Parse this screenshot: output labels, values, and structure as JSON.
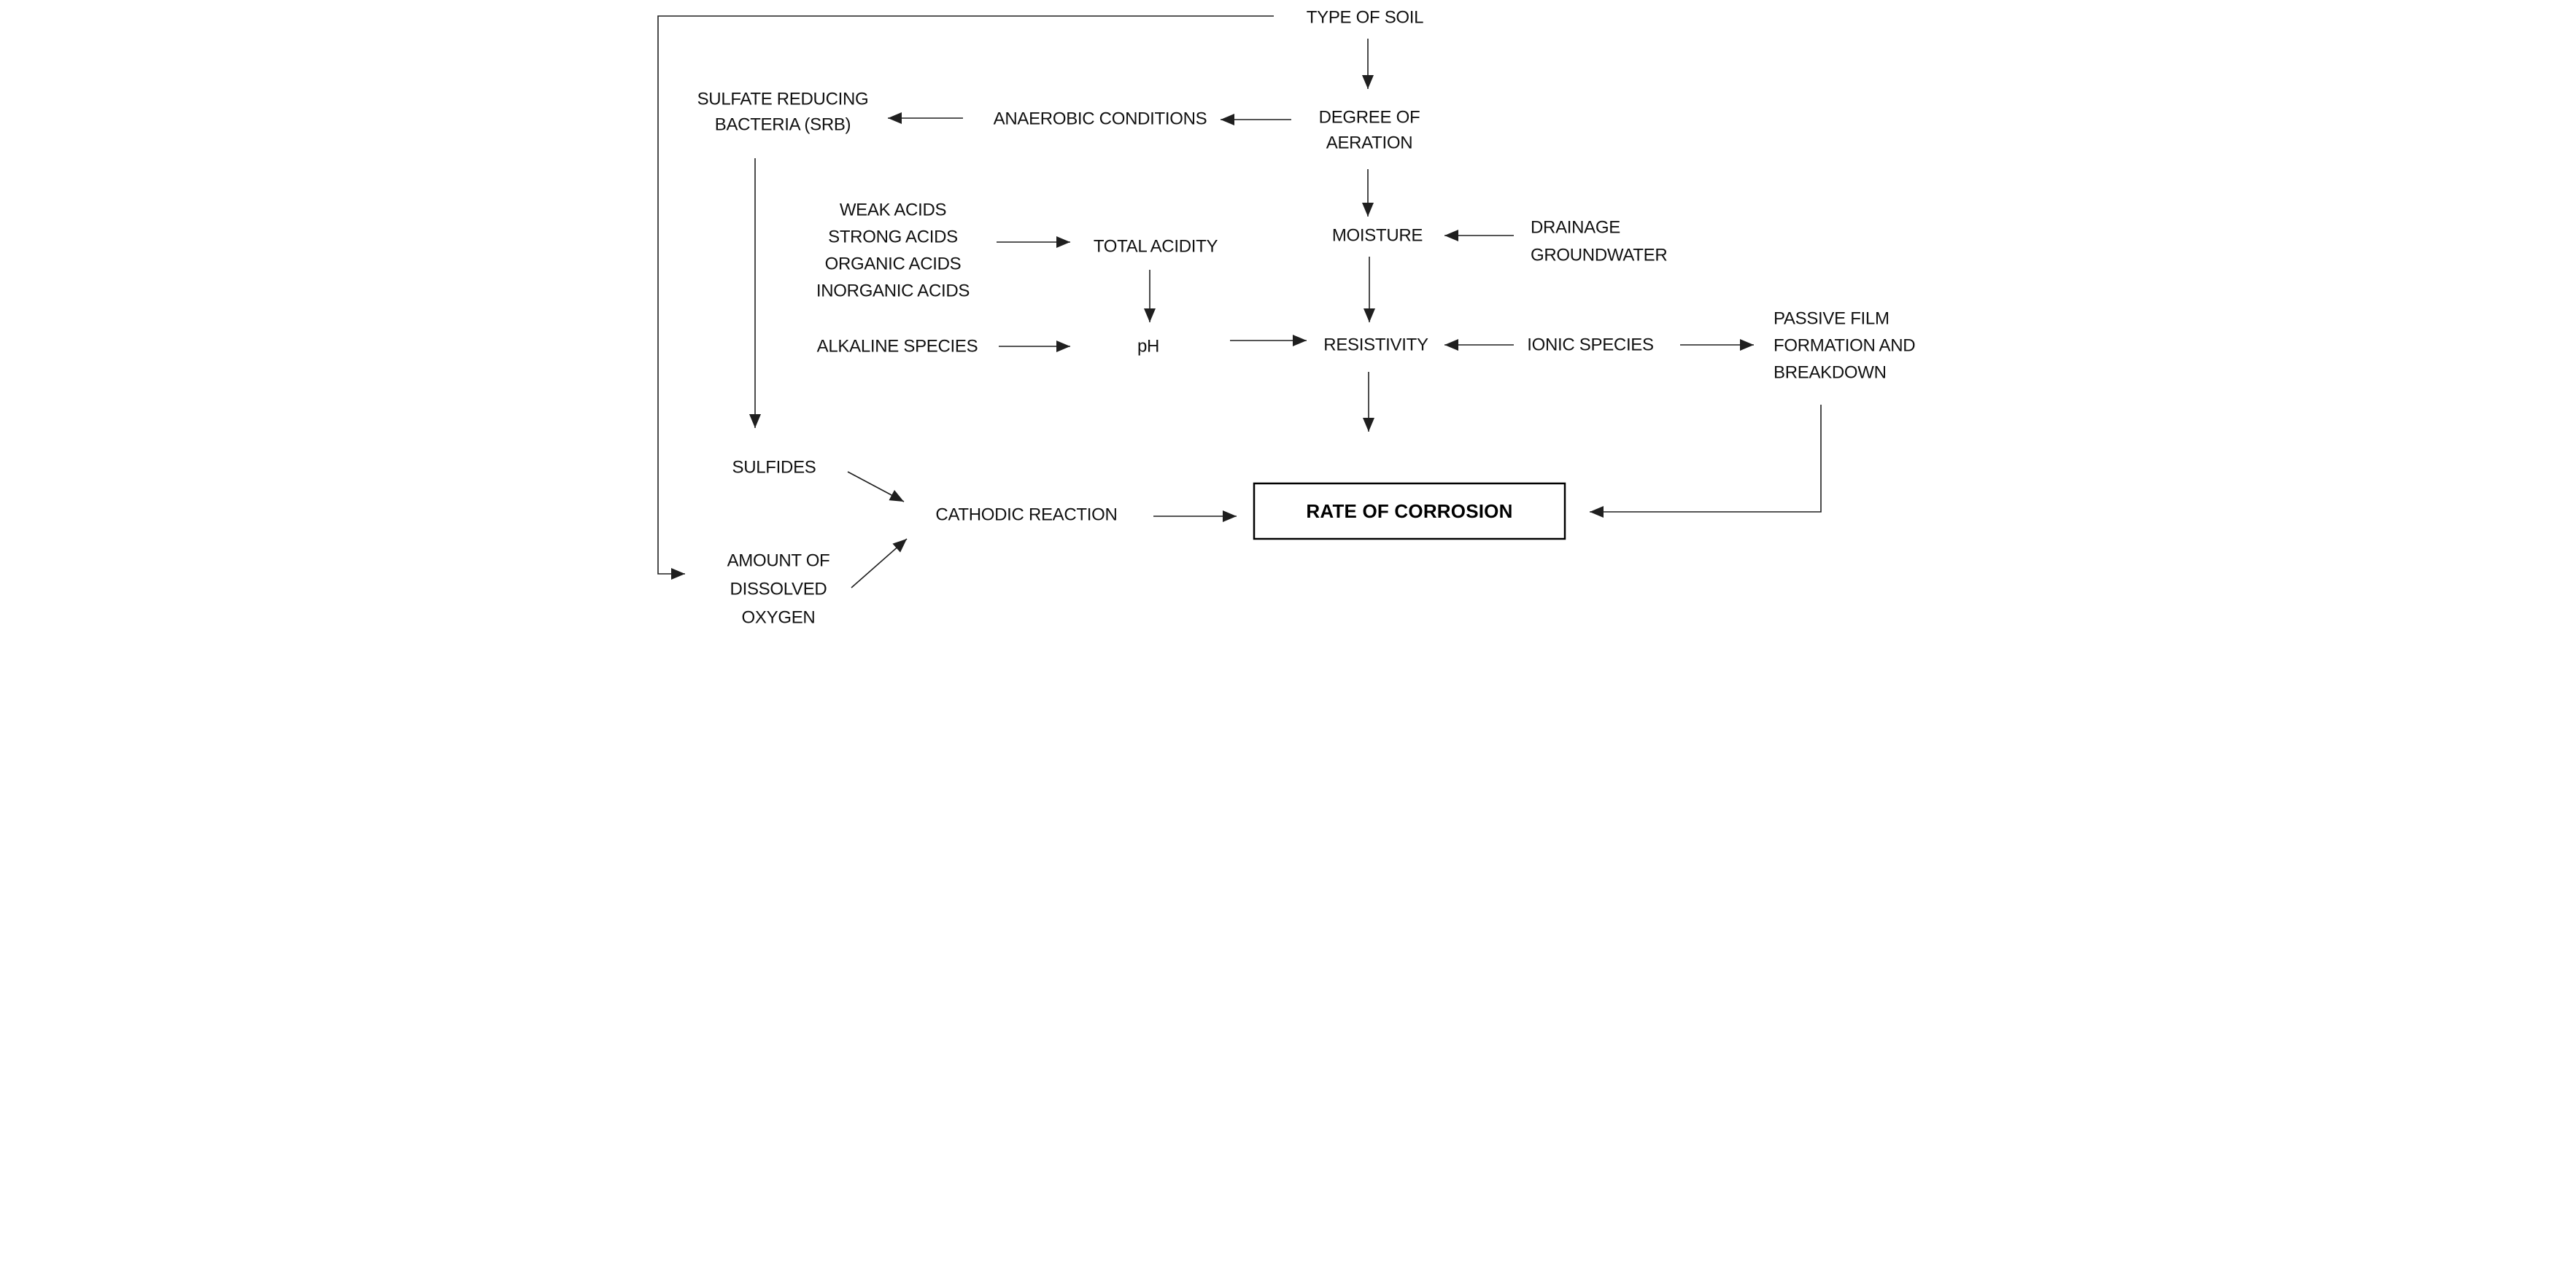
{
  "diagram": {
    "description": "Flowchart of soil factors influencing the rate of corrosion",
    "colors": {
      "background": "#ffffff",
      "text": "#111111",
      "line": "#1f1f1f",
      "box_border": "#000000"
    },
    "nodes": {
      "type_of_soil": {
        "label": "TYPE OF SOIL"
      },
      "degree_of_aeration": {
        "lines": [
          "DEGREE OF",
          "AERATION"
        ]
      },
      "anaerobic_conditions": {
        "label": "ANAEROBIC CONDITIONS"
      },
      "sulfate_reducing_bacteria": {
        "lines": [
          "SULFATE REDUCING",
          "BACTERIA (SRB)"
        ]
      },
      "acid_inputs": {
        "lines": [
          "WEAK ACIDS",
          "STRONG ACIDS",
          "ORGANIC ACIDS",
          "INORGANIC ACIDS"
        ]
      },
      "total_acidity": {
        "label": "TOTAL ACIDITY"
      },
      "alkaline_species": {
        "label": "ALKALINE SPECIES"
      },
      "ph": {
        "label": "pH"
      },
      "moisture": {
        "label": "MOISTURE"
      },
      "drainage_groundwater": {
        "lines": [
          "DRAINAGE",
          "GROUNDWATER"
        ]
      },
      "resistivity": {
        "label": "RESISTIVITY"
      },
      "ionic_species": {
        "label": "IONIC SPECIES"
      },
      "passive_film": {
        "lines": [
          "PASSIVE FILM",
          "FORMATION AND",
          "BREAKDOWN"
        ]
      },
      "sulfides": {
        "label": "SULFIDES"
      },
      "cathodic_reaction": {
        "label": "CATHODIC REACTION"
      },
      "amount_of_dissolved_oxygen": {
        "lines": [
          "AMOUNT OF",
          "DISSOLVED",
          "OXYGEN"
        ]
      },
      "rate_of_corrosion": {
        "label": "RATE OF CORROSION"
      }
    },
    "edges": [
      {
        "from": "type_of_soil",
        "to": "degree_of_aeration"
      },
      {
        "from": "type_of_soil",
        "to": "amount_of_dissolved_oxygen"
      },
      {
        "from": "degree_of_aeration",
        "to": "anaerobic_conditions"
      },
      {
        "from": "anaerobic_conditions",
        "to": "sulfate_reducing_bacteria"
      },
      {
        "from": "sulfate_reducing_bacteria",
        "to": "sulfides"
      },
      {
        "from": "degree_of_aeration",
        "to": "moisture"
      },
      {
        "from": "drainage_groundwater",
        "to": "moisture"
      },
      {
        "from": "moisture",
        "to": "resistivity"
      },
      {
        "from": "acid_inputs",
        "to": "total_acidity"
      },
      {
        "from": "total_acidity",
        "to": "ph"
      },
      {
        "from": "alkaline_species",
        "to": "ph"
      },
      {
        "from": "ph",
        "to": "resistivity"
      },
      {
        "from": "ionic_species",
        "to": "resistivity"
      },
      {
        "from": "ionic_species",
        "to": "passive_film"
      },
      {
        "from": "resistivity",
        "to": "rate_of_corrosion"
      },
      {
        "from": "sulfides",
        "to": "cathodic_reaction"
      },
      {
        "from": "amount_of_dissolved_oxygen",
        "to": "cathodic_reaction"
      },
      {
        "from": "cathodic_reaction",
        "to": "rate_of_corrosion"
      },
      {
        "from": "passive_film",
        "to": "rate_of_corrosion"
      }
    ]
  }
}
